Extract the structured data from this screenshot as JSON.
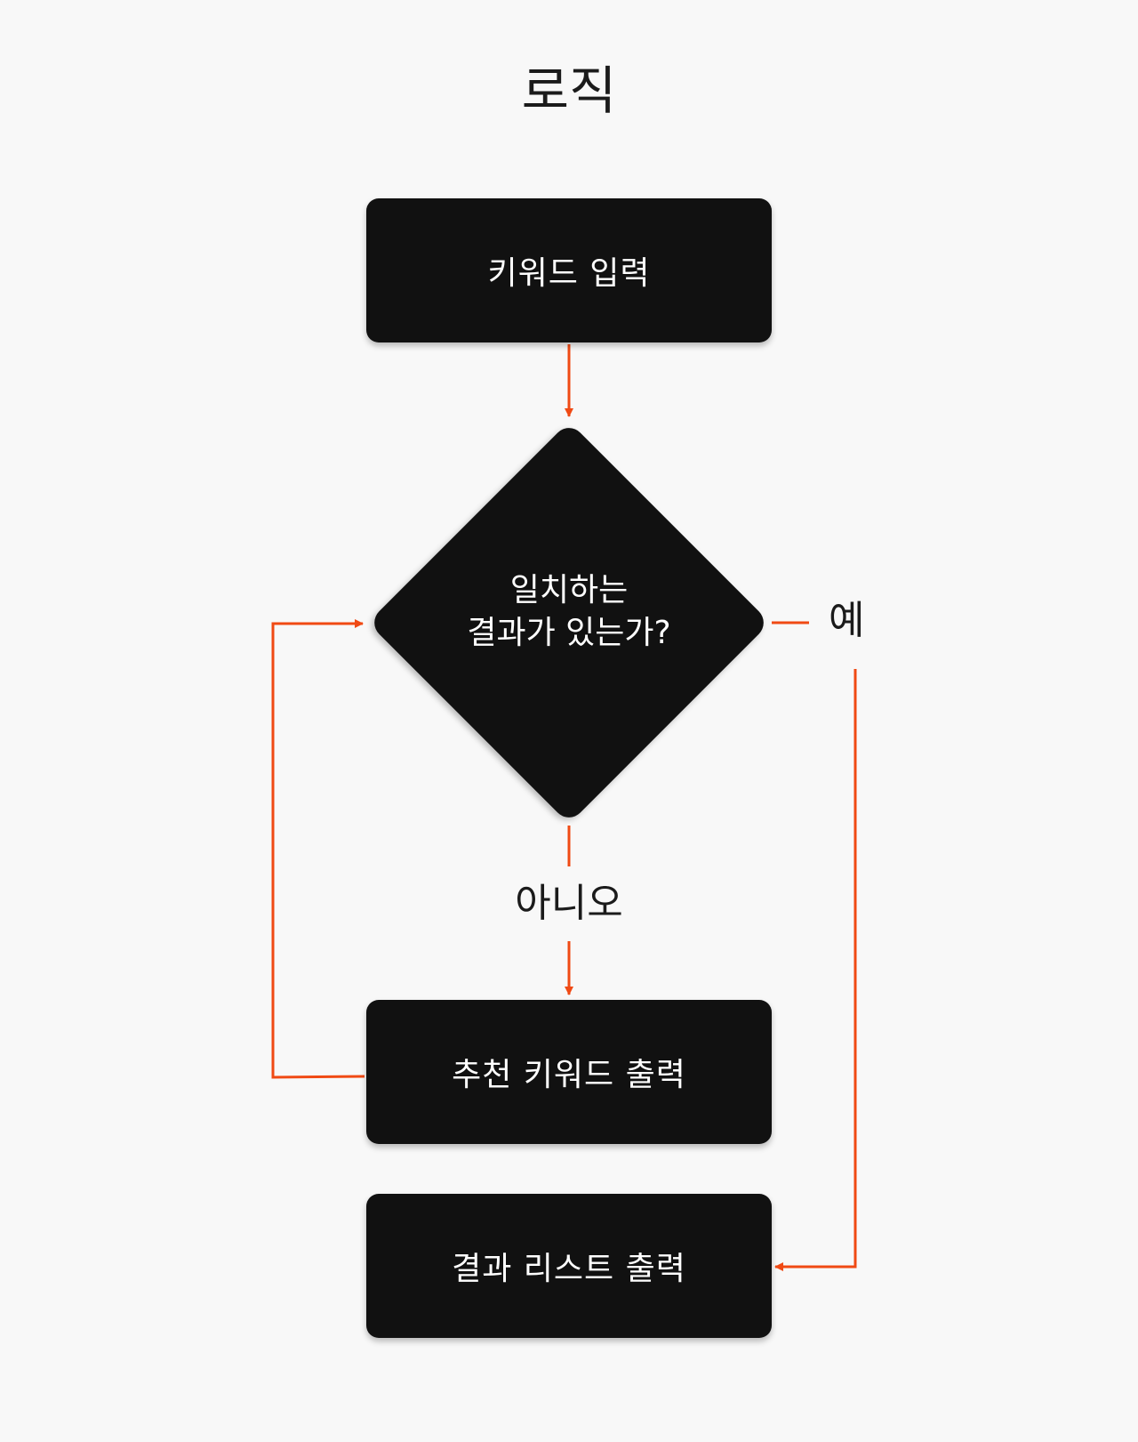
{
  "title": "로직",
  "nodes": {
    "keyword_input": "키워드 입력",
    "decision_line1": "일치하는",
    "decision_line2": "결과가 있는가?",
    "recommend_output": "추천 키워드 출력",
    "result_output": "결과 리스트 출력"
  },
  "labels": {
    "yes": "예",
    "no": "아니오"
  },
  "colors": {
    "arrow": "#f04a14",
    "node_fill": "#111111",
    "background": "#f8f8f8"
  }
}
